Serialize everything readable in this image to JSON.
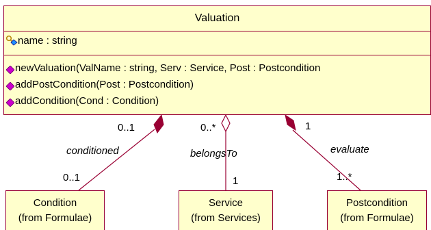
{
  "valuation": {
    "name": "Valuation",
    "attributes": [
      "name : string"
    ],
    "operations": [
      "newValuation(ValName : string, Serv : Service, Post : Postcondition",
      "addPostCondition(Post : Postcondition)",
      "addCondition(Cond : Condition)"
    ]
  },
  "classes": [
    {
      "name": "Condition",
      "package": "(from Formulae)"
    },
    {
      "name": "Service",
      "package": "(from Services)"
    },
    {
      "name": "Postcondition",
      "package": "(from Formulae)"
    }
  ],
  "associations": [
    {
      "role": "conditioned",
      "source_mult": "0..1",
      "target_mult": "0..1"
    },
    {
      "role": "belongsTo",
      "source_mult": "0..*",
      "target_mult": "1"
    },
    {
      "role": "evaluate",
      "source_mult": "1",
      "target_mult": "1..*"
    }
  ],
  "colors": {
    "fill": "#ffffcc",
    "border": "#990033",
    "line": "#990033"
  },
  "icons": {
    "attribute": "key-attribute-icon",
    "operation": "operation-diamond-icon"
  }
}
